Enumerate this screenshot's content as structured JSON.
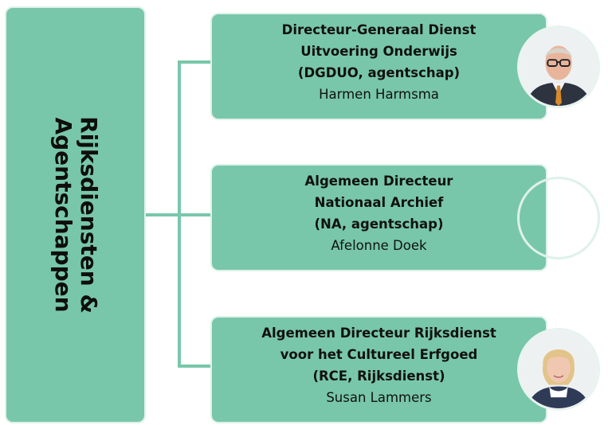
{
  "side_panel": {
    "line1": "Rijksdiensten &",
    "line2": "Agentschappen"
  },
  "cards": [
    {
      "role_line1": "Directeur-Generaal Dienst",
      "role_line2": "Uitvoering Onderwijs",
      "role_line3": "(DGDUO, agentschap)",
      "person": "Harmen Harmsma",
      "photo": "portrait-man-glasses"
    },
    {
      "role_line1": "Algemeen Directeur",
      "role_line2": "Nationaal Archief",
      "role_line3": "(NA, agentschap)",
      "person": "Afelonne Doek",
      "photo": "empty"
    },
    {
      "role_line1": "Algemeen Directeur Rijksdienst",
      "role_line2": "voor het Cultureel Erfgoed",
      "role_line3": "(RCE, Rijksdienst)",
      "person": "Susan Lammers",
      "photo": "portrait-woman"
    }
  ],
  "colors": {
    "box_fill": "#78c7aa",
    "box_border": "#dff1ea",
    "text": "#111111"
  }
}
